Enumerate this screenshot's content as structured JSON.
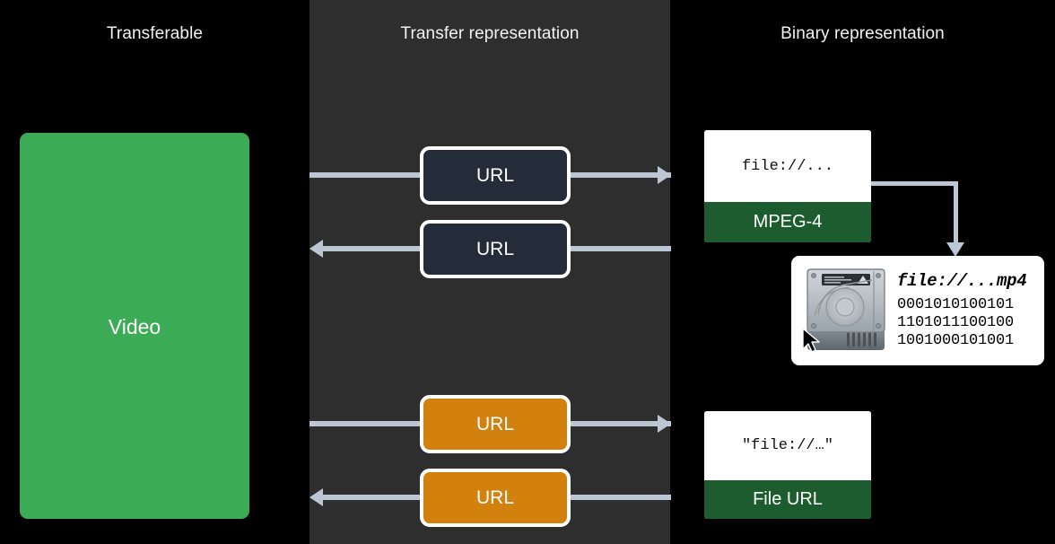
{
  "columns": [
    {
      "id": "transferable",
      "title": "Transferable"
    },
    {
      "id": "transfer-representation",
      "title": "Transfer representation"
    },
    {
      "id": "binary-representation",
      "title": "Binary representation"
    }
  ],
  "transferable": {
    "item_label": "Video",
    "color": "#3cab55"
  },
  "transfer": {
    "background": "#2e2e2e",
    "boxes": [
      {
        "label": "URL",
        "style": "dark",
        "color": "#232c38",
        "direction": "right"
      },
      {
        "label": "URL",
        "style": "dark",
        "color": "#232c38",
        "direction": "left"
      },
      {
        "label": "URL",
        "style": "orange",
        "color": "#d2810f",
        "direction": "right"
      },
      {
        "label": "URL",
        "style": "orange",
        "color": "#d2810f",
        "direction": "left"
      }
    ],
    "arrow_color": "#bdc7d4"
  },
  "binary": {
    "cards": [
      {
        "path": "file://...",
        "format": "MPEG-4",
        "band_color": "#1c5c2e"
      },
      {
        "path": "\"file://…\"",
        "format": "File URL",
        "band_color": "#1c5c2e"
      }
    ],
    "disk_panel": {
      "icon": "hard-disk-icon",
      "cursor": "cursor-arrow-icon",
      "filename": "file://...mp4",
      "binary_lines": [
        "0001010100101",
        "1101011100100",
        "1001000101001"
      ]
    }
  }
}
